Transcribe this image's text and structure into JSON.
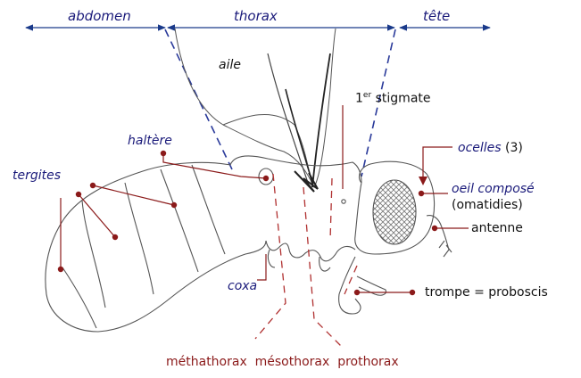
{
  "header": {
    "abdomen": "abdomen",
    "thorax": "thorax",
    "tete": "tête"
  },
  "labels": {
    "aile": "aile",
    "stigmate_sup": "er",
    "stigmate_num": "1",
    "stigmate_text": " stigmate",
    "haltere": "haltère",
    "tergites": "tergites",
    "ocelles_word": "ocelles",
    "ocelles_count": " (3)",
    "oeil": "oeil composé",
    "omatidies": "(omatidies)",
    "antenne": "antenne",
    "trompe": "trompe = proboscis",
    "coxa": "coxa",
    "segments": "méthathorax  mésothorax  prothorax"
  },
  "colors": {
    "arrow": "#1a3a8a",
    "dash": "#2a3a9a",
    "leader": "#8b1a1a",
    "segment_dash": "#b03030",
    "outline": "#555555"
  }
}
